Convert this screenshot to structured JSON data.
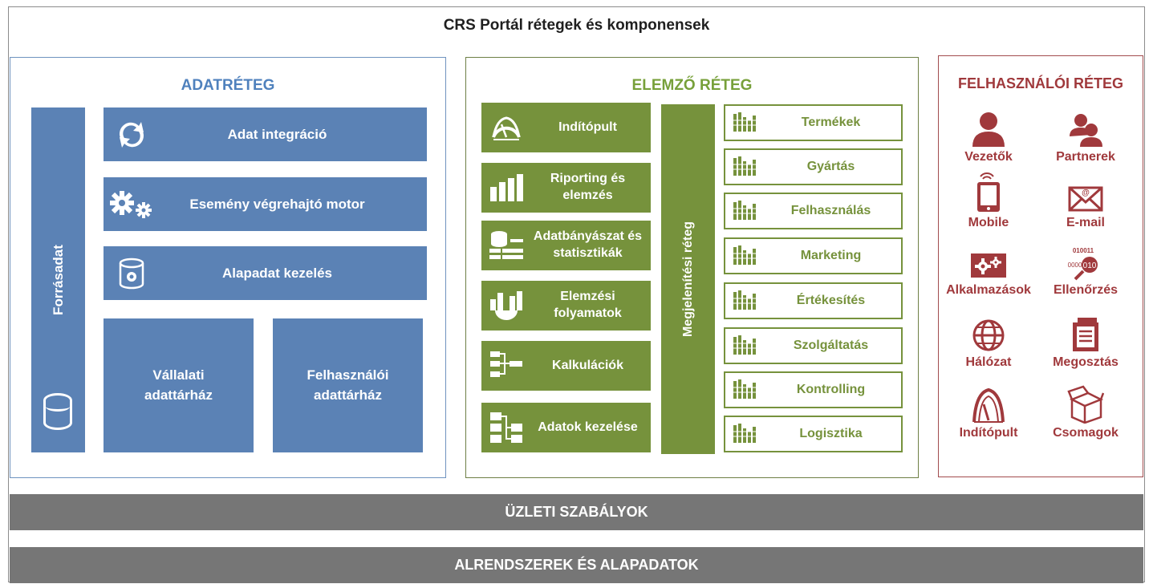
{
  "title": "CRS Portál rétegek és komponensek",
  "colors": {
    "blue": "#5b82b5",
    "green": "#76923c",
    "red": "#a0393c",
    "gray": "#767676"
  },
  "data_layer": {
    "title": "ADATRÉTEG",
    "source": "Forrásadat",
    "bars": [
      {
        "label": "Adat integráció",
        "icon": "refresh-icon"
      },
      {
        "label": "Esemény végrehajtó motor",
        "icon": "gears-icon"
      },
      {
        "label": "Alapadat kezelés",
        "icon": "database-gear-icon"
      }
    ],
    "warehouses": [
      "Vállalati adattárház",
      "Felhasználói adattárház"
    ]
  },
  "analysis_layer": {
    "title": "ELEMZŐ RÉTEG",
    "tiles": [
      {
        "label": "Indítópult",
        "icon": "gauge-icon"
      },
      {
        "label": "Riporting és elemzés",
        "icon": "bar-chart-icon"
      },
      {
        "label": "Adatbányászat és statisztikák",
        "icon": "data-mining-icon"
      },
      {
        "label": "Elemzési folyamatok",
        "icon": "chart-pie-icon"
      },
      {
        "label": "Kalkulációk",
        "icon": "hierarchy-icon"
      },
      {
        "label": "Adatok kezelése",
        "icon": "table-tree-icon"
      }
    ],
    "display_layer": "Megjelenítési réteg",
    "modules": [
      "Termékek",
      "Gyártás",
      "Felhasználás",
      "Marketing",
      "Értékesítés",
      "Szolgáltatás",
      "Kontrolling",
      "Logisztika"
    ]
  },
  "user_layer": {
    "title": "FELHASZNÁLÓI RÉTEG",
    "items": [
      {
        "label": "Vezetők",
        "icon": "user-icon"
      },
      {
        "label": "Partnerek",
        "icon": "users-icon"
      },
      {
        "label": "Mobile",
        "icon": "mobile-icon"
      },
      {
        "label": "E-mail",
        "icon": "mail-icon"
      },
      {
        "label": "Alkalmazások",
        "icon": "apps-gear-icon"
      },
      {
        "label": "Ellenőrzés",
        "icon": "binary-search-icon"
      },
      {
        "label": "Hálózat",
        "icon": "globe-icon"
      },
      {
        "label": "Megosztás",
        "icon": "document-share-icon"
      },
      {
        "label": "Indítópult",
        "icon": "gauge-icon"
      },
      {
        "label": "Csomagok",
        "icon": "package-icon"
      }
    ],
    "binary_a": "010011",
    "binary_b": "000010"
  },
  "bottom_bars": [
    "ÜZLETI SZABÁLYOK",
    "ALRENDSZEREK ÉS ALAPADATOK"
  ]
}
